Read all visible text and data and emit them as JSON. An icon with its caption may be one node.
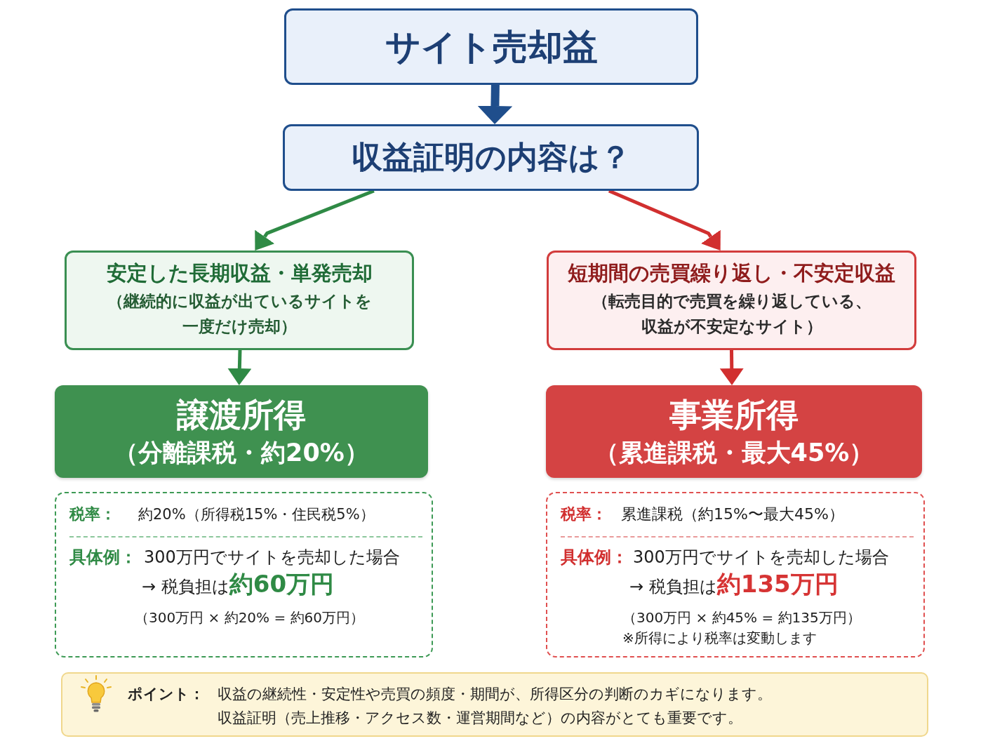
{
  "diagram": {
    "nodes": [
      {
        "text": [
          "サイト売却益"
        ]
      },
      {
        "text": [
          "収益証明の内容は？"
        ]
      },
      {
        "text": [
          "安定した長期収益・単発売却",
          "（継続的に収益が出ているサイトを一度だけ売却）"
        ]
      },
      {
        "text": [
          "短期間の売買繰り返し・不安定収益",
          "（転売目的で売買を繰り返している、収益が不安定なサイト）"
        ]
      },
      {
        "text": [
          "譲渡所得",
          "（分離課税・約20%）"
        ]
      },
      {
        "text": [
          "事業所得",
          "（累進課税・最大45%）"
        ]
      },
      {
        "text": [
          "税率：",
          "約20%（所得税15%・住民税5%）",
          "具体例：",
          "300万円でサイトを売却した場合",
          "→ 税負担は**約60万円**",
          "（300万円 × 約20% = 約60万円）"
        ]
      },
      {
        "text": [
          "税率：",
          "累進課税（約15%〜最大45%）",
          "具体例：",
          "300万円でサイトを売却した場合",
          "→ 税負担は**約135万円**",
          "（300万円 × 約45% = 約135万円）",
          "※所得により税率は変動します"
        ]
      },
      {
        "text": [
          "ポイント：",
          "収益の継続性・安定性や売買の頻度・期間が、所得区分の判断のカギになります。",
          "収益証明（売上推移・アクセス数・運営期間など）の内容がとても重要です。"
        ]
      }
    ],
    "edges": [
      {
        "from": 0,
        "to": 1,
        "arrow": "to",
        "style": "thick",
        "color": "#1f4e8c"
      },
      {
        "from": 1,
        "to": 2,
        "arrow": "to",
        "color": "#2f8a45"
      },
      {
        "from": 1,
        "to": 3,
        "arrow": "to",
        "color": "#d12f2f"
      },
      {
        "from": 2,
        "to": 4,
        "arrow": "to",
        "color": "#2f8a45"
      },
      {
        "from": 3,
        "to": 5,
        "arrow": "to",
        "color": "#d12f2f"
      }
    ]
  }
}
